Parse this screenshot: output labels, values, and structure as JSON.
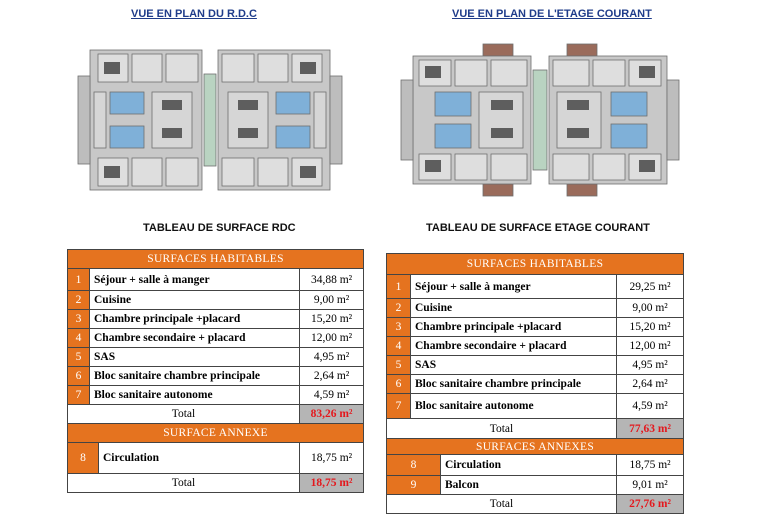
{
  "rdc": {
    "plan_title": "VUE EN PLAN DU R.D.C",
    "table_title": "TABLEAU DE SURFACE RDC",
    "habitable_header": "SURFACES HABITABLES",
    "rows": [
      {
        "num": "1",
        "label": "Séjour + salle à manger",
        "value": "34,88 m²"
      },
      {
        "num": "2",
        "label": "Cuisine",
        "value": "9,00 m²"
      },
      {
        "num": "3",
        "label": "Chambre principale +placard",
        "value": "15,20 m²"
      },
      {
        "num": "4",
        "label": "Chambre secondaire + placard",
        "value": "12,00 m²"
      },
      {
        "num": "5",
        "label": "SAS",
        "value": "4,95 m²"
      },
      {
        "num": "6",
        "label": "Bloc sanitaire chambre principale",
        "value": "2,64 m²"
      },
      {
        "num": "7",
        "label": "Bloc sanitaire autonome",
        "value": "4,59 m²"
      }
    ],
    "total_label": "Total",
    "total_value": "83,26 m²",
    "annex_header": "SURFACE ANNEXE",
    "annex_rows": [
      {
        "num": "8",
        "label": "Circulation",
        "value": "18,75 m²"
      }
    ],
    "annex_total_label": "Total",
    "annex_total_value": "18,75 m²"
  },
  "etage": {
    "plan_title": "VUE EN PLAN DE L'ETAGE COURANT",
    "table_title": "TABLEAU DE SURFACE ETAGE COURANT",
    "habitable_header": "SURFACES HABITABLES",
    "rows": [
      {
        "num": "1",
        "label": "Séjour + salle à manger",
        "value": "29,25 m²"
      },
      {
        "num": "2",
        "label": "Cuisine",
        "value": "9,00 m²"
      },
      {
        "num": "3",
        "label": "Chambre principale +placard",
        "value": "15,20 m²"
      },
      {
        "num": "4",
        "label": "Chambre secondaire + placard",
        "value": "12,00 m²"
      },
      {
        "num": "5",
        "label": "SAS",
        "value": "4,95 m²"
      },
      {
        "num": "6",
        "label": "Bloc sanitaire chambre principale",
        "value": "2,64 m²"
      },
      {
        "num": "7",
        "label": "Bloc sanitaire autonome",
        "value": "4,59 m²"
      }
    ],
    "total_label": "Total",
    "total_value": "77,63 m²",
    "annex_header": "SURFACES ANNEXES",
    "annex_rows": [
      {
        "num": "8",
        "label": "Circulation",
        "value": "18,75 m²"
      },
      {
        "num": "9",
        "label": "Balcon",
        "value": "9,01 m²"
      }
    ],
    "annex_total_label": "Total",
    "annex_total_value": "27,76 m²"
  },
  "colors": {
    "header_orange": "#e5731f",
    "total_red": "#e4181d",
    "total_bg": "#b5b5b5",
    "title_blue": "#1f3c8a",
    "wet_room_blue": "#7fb0d8",
    "stair_green": "#b9d3c1",
    "balcony_brown": "#9a6b5b"
  }
}
